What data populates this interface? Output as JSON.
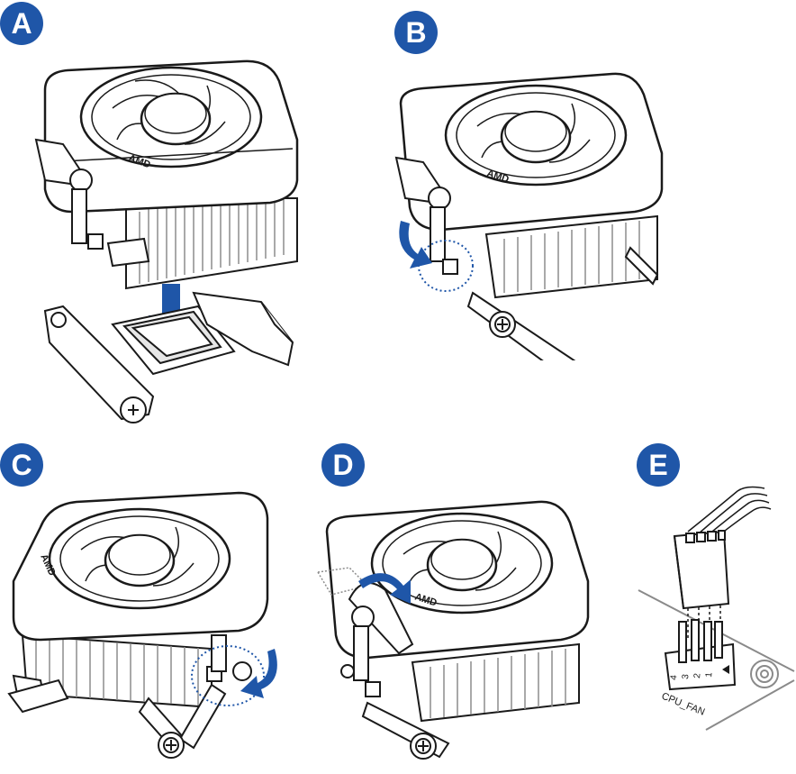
{
  "steps": [
    {
      "label": "A"
    },
    {
      "label": "B"
    },
    {
      "label": "C"
    },
    {
      "label": "D"
    },
    {
      "label": "E"
    }
  ],
  "brand_logo": "AMD",
  "connector": {
    "header_label": "CPU_FAN",
    "pins": [
      "4",
      "3",
      "2",
      "1"
    ]
  },
  "colors": {
    "accent": "#1f56a8",
    "line": "#1a1a1a",
    "fin": "#8c8c8c",
    "board": "#8a8a8a"
  },
  "icons": [
    "fan-icon",
    "heatsink-icon",
    "retention-lever-icon",
    "screw-icon",
    "rotate-arrow-icon",
    "down-arrow-icon",
    "fan-connector-icon"
  ]
}
